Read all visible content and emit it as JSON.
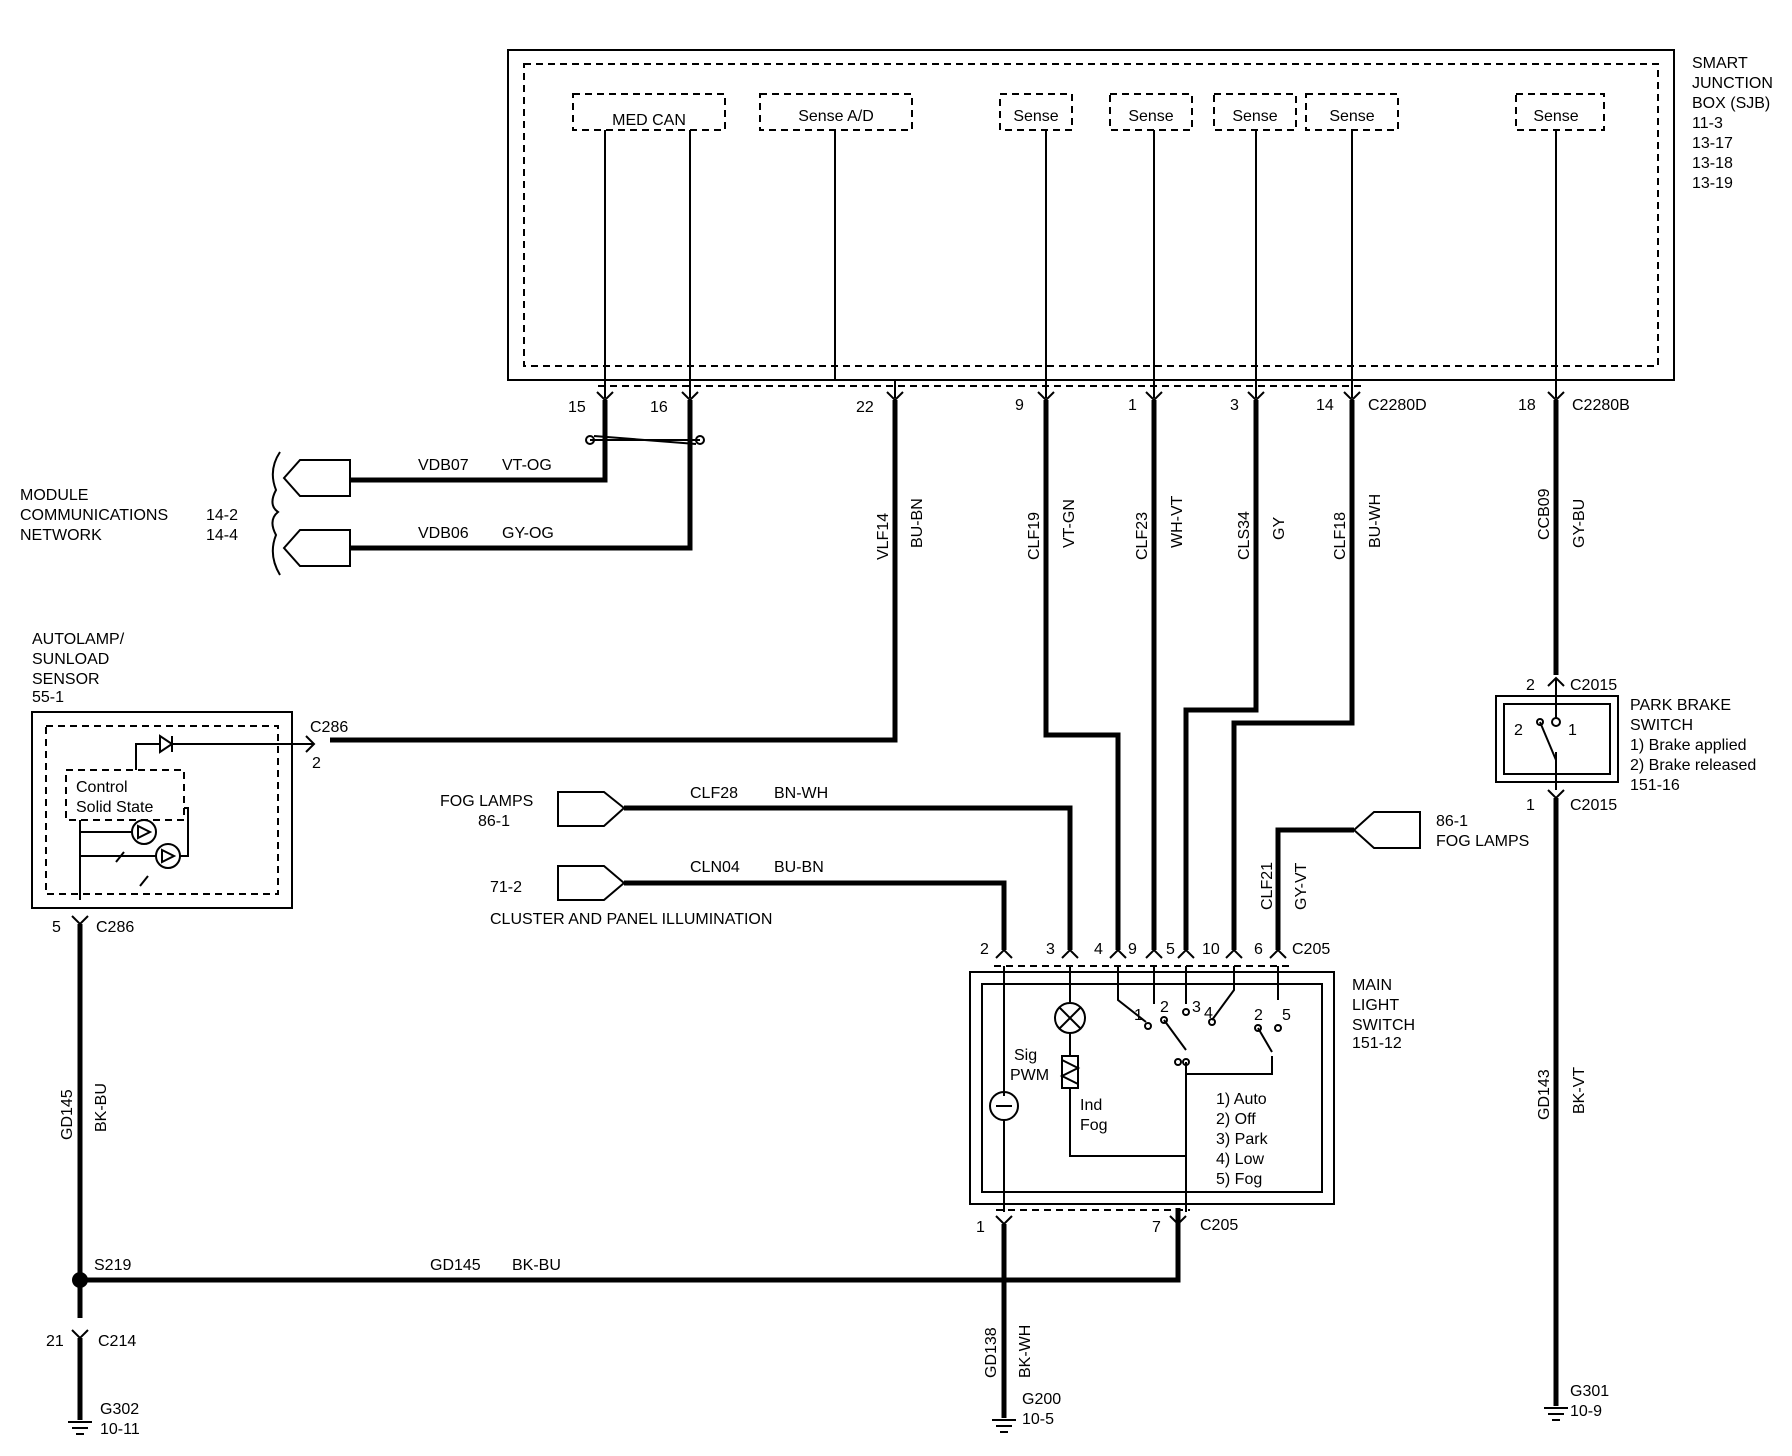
{
  "sjb": {
    "title": [
      "SMART",
      "JUNCTION",
      "BOX (SJB)",
      "11-3",
      "13-17",
      "13-18",
      "13-19"
    ],
    "blocks": [
      "MED  CAN",
      "Sense A/D",
      "Sense",
      "Sense",
      "Sense",
      "Sense",
      "Sense"
    ]
  },
  "sjb_pins": {
    "p15": "15",
    "p16": "16",
    "p22": "22",
    "p9": "9",
    "p1": "1",
    "p3": "3",
    "p14": "14",
    "p18": "18",
    "c2280d": "C2280D",
    "c2280b": "C2280B"
  },
  "wires": {
    "vdb07": "VDB07",
    "vt_og": "VT-OG",
    "vdb06": "VDB06",
    "gy_og": "GY-OG",
    "vlf14": "VLF14",
    "bu_bn": "BU-BN",
    "clf19": "CLF19",
    "vt_gn": "VT-GN",
    "clf23": "CLF23",
    "wh_vt": "WH-VT",
    "cls34": "CLS34",
    "gy": "GY",
    "clf18": "CLF18",
    "bu_wh": "BU-WH",
    "ccb09": "CCB09",
    "gy_bu": "GY-BU",
    "clf28": "CLF28",
    "bn_wh": "BN-WH",
    "cln04": "CLN04",
    "bu_bn2": "BU-BN",
    "clf21": "CLF21",
    "gy_vt": "GY-VT",
    "gd145a": "GD145",
    "bk_bu_a": "BK-BU",
    "gd145b": "GD145",
    "bk_bu_b": "BK-BU",
    "gd138": "GD138",
    "bk_wh": "BK-WH",
    "gd143": "GD143",
    "bk_vt": "BK-VT"
  },
  "module_comm": {
    "title": [
      "MODULE",
      "COMMUNICATIONS",
      "NETWORK"
    ],
    "refs": [
      "14-2",
      "14-4"
    ]
  },
  "autolamp": {
    "title": [
      "AUTOLAMP/",
      "SUNLOAD",
      "SENSOR",
      "55-1"
    ],
    "inner": [
      "Control",
      "Solid State"
    ],
    "c286_top": "C286",
    "pin2": "2",
    "c286_bot": "C286",
    "pin5": "5"
  },
  "fog_left": {
    "title": "FOG LAMPS",
    "ref": "86-1"
  },
  "cluster": {
    "ref": "71-2",
    "title": "CLUSTER AND PANEL ILLUMINATION"
  },
  "fog_right": {
    "ref": "86-1",
    "title": "FOG LAMPS"
  },
  "park_brake": {
    "title": [
      "PARK BRAKE",
      "SWITCH",
      "1) Brake applied",
      "2) Brake released",
      "151-16"
    ],
    "pin_top": "2",
    "c_top": "C2015",
    "pin_bot": "1",
    "c_bot": "C2015",
    "contact_left": "2",
    "contact_right": "1"
  },
  "main_switch": {
    "title": [
      "MAIN",
      "LIGHT",
      "SWITCH",
      "151-12"
    ],
    "pins_top": [
      "2",
      "3",
      "4",
      "9",
      "5",
      "10",
      "6"
    ],
    "c205_top": "C205",
    "pin_b1": "1",
    "pin_b7": "7",
    "c205_bot": "C205",
    "sig": [
      "Sig",
      "PWM"
    ],
    "ind": [
      "Ind",
      "Fog"
    ],
    "positions": [
      "1) Auto",
      "2) Off",
      "3) Park",
      "4) Low",
      "5) Fog"
    ],
    "contacts": [
      "1",
      "2",
      "3",
      "4",
      "2",
      "5"
    ]
  },
  "splices": {
    "s219": "S219",
    "pin21": "21",
    "c214": "C214"
  },
  "grounds": {
    "g302": "G302",
    "g302_ref": "10-11",
    "g200": "G200",
    "g200_ref": "10-5",
    "g301": "G301",
    "g301_ref": "10-9"
  }
}
